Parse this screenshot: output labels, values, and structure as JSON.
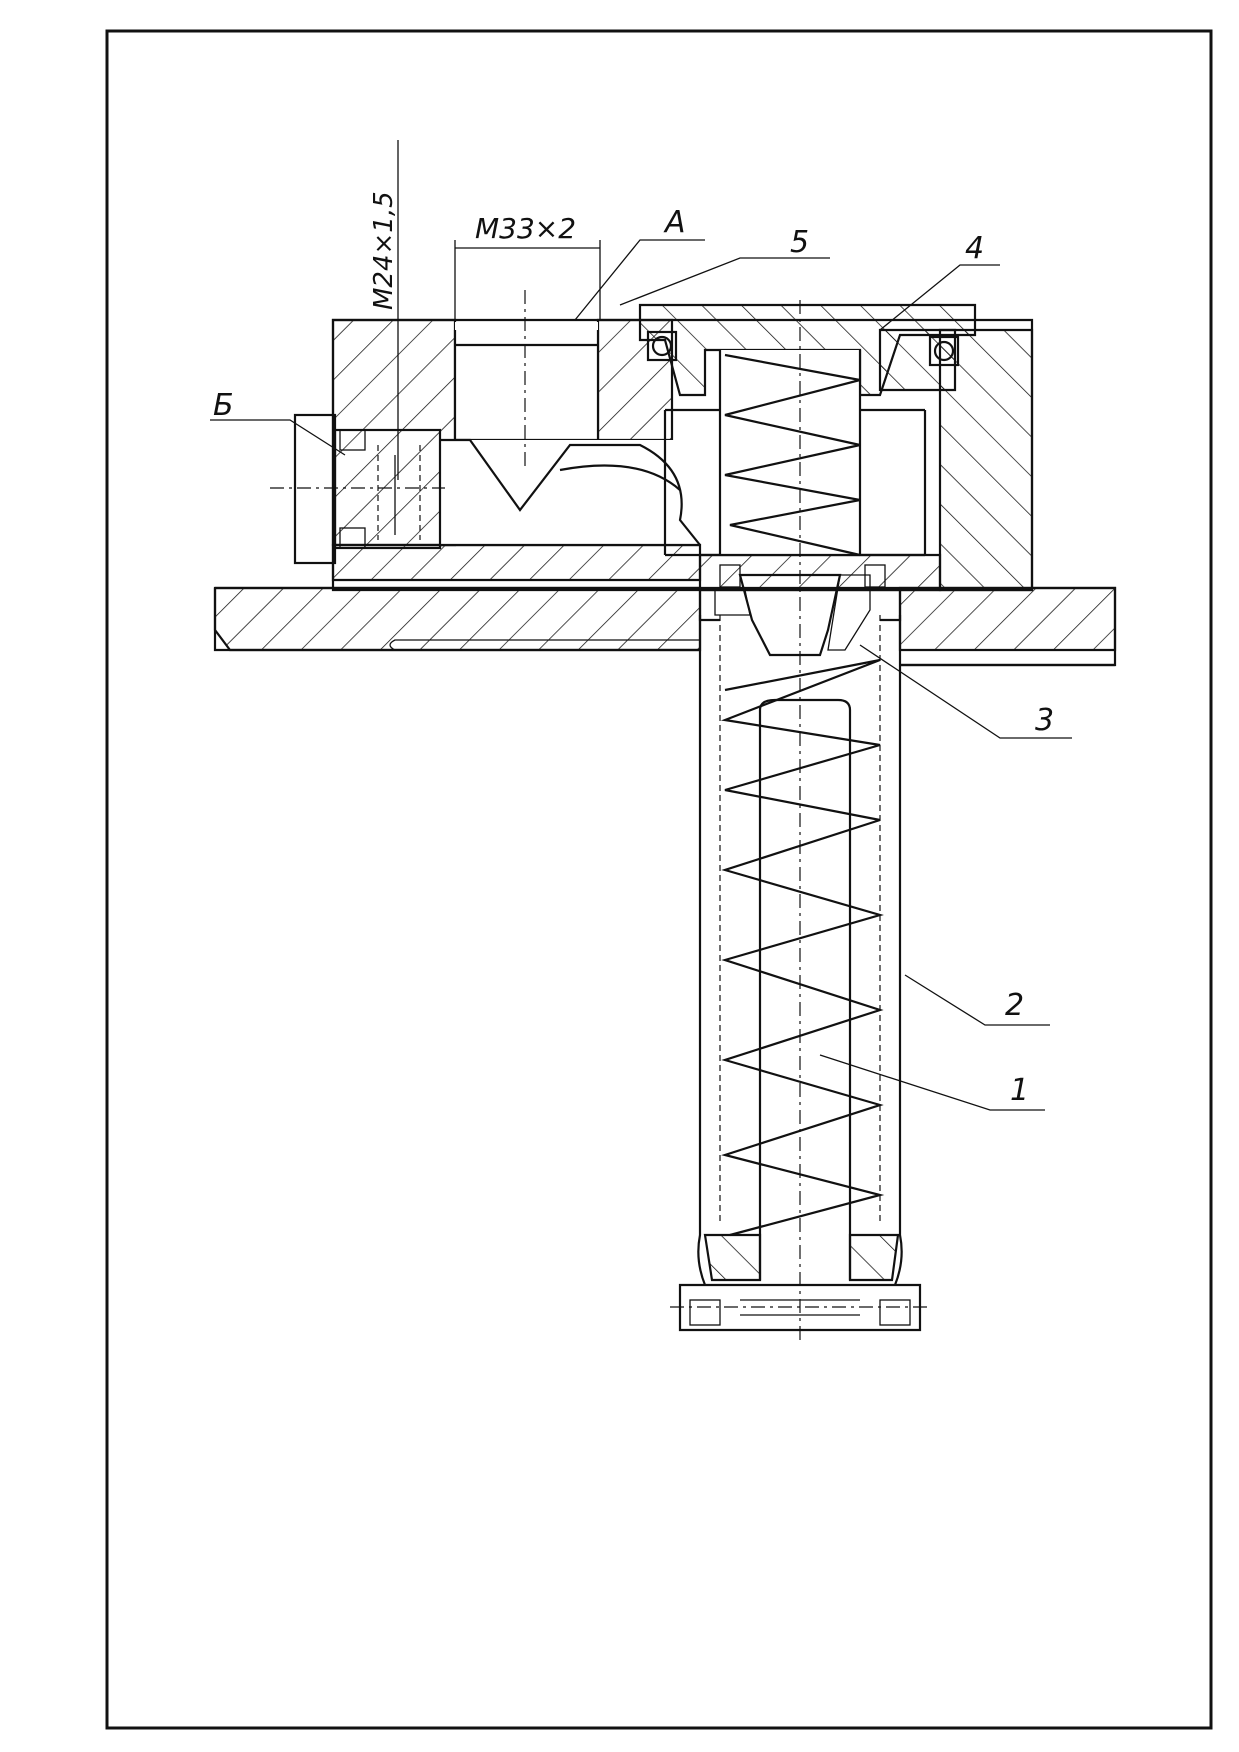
{
  "drawing": {
    "thread_m33": "M33×2",
    "thread_m24": "M24×1,5",
    "label_a": "A",
    "label_b": "Б",
    "labels": {
      "p1": "1",
      "p2": "2",
      "p3": "3",
      "p4": "4",
      "p5": "5"
    }
  },
  "colors": {
    "ink": "#111111",
    "paper": "#ffffff"
  }
}
